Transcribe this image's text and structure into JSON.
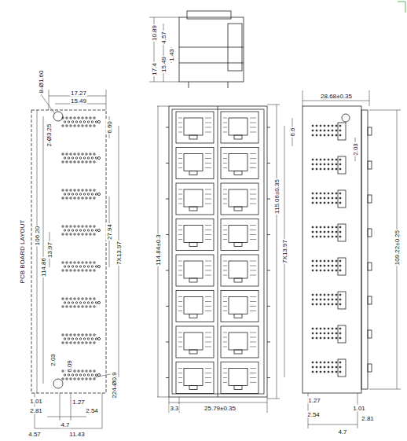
{
  "diagram": {
    "labels": [
      "10.89",
      "4.57",
      "1.43",
      "15.49",
      "17.4",
      "8-Ø1.60",
      "17.27",
      "15.49",
      "2-Ø3.25",
      "6.60",
      "PCB BOARD LAYOUT",
      "106.20",
      "114.86",
      "13.97",
      "27.94",
      "7X13.97",
      "2.03",
      "6.09",
      "224-Ø0.9",
      "1.01",
      "2.81",
      "1.27",
      "2.54",
      "4.7",
      "4.57",
      "11.43",
      "114.84±0.3",
      "115.06±0.35",
      "7X13.97",
      "3.3",
      "25.79±0.35",
      "28.68±0.35",
      "6.6",
      "2.03",
      "109.22±0.25",
      "1.27",
      "1.01",
      "2.54",
      "2.81",
      "4.7"
    ]
  }
}
